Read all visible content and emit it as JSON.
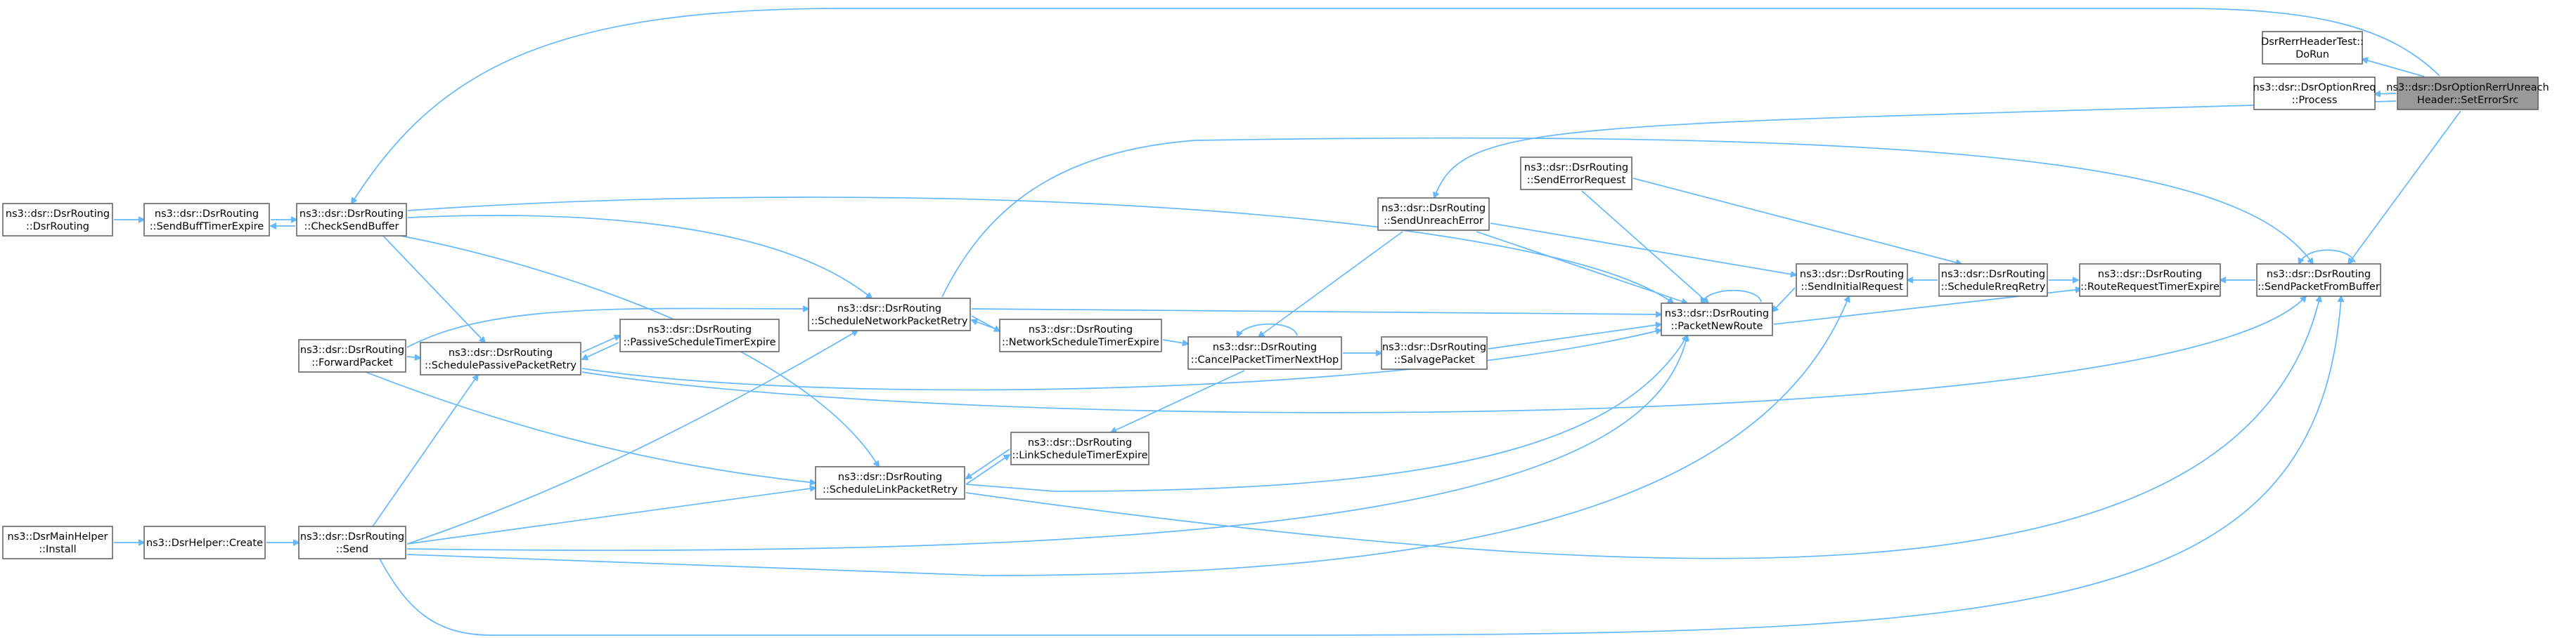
{
  "diagram": {
    "nodes": [
      {
        "id": "setErrorSrc",
        "lines": [
          "ns3::dsr::DsrOptionRerrUnreach",
          "Header::SetErrorSrc"
        ],
        "focus": true
      },
      {
        "id": "doRun",
        "lines": [
          "DsrRerrHeaderTest::",
          "DoRun"
        ]
      },
      {
        "id": "rreqProcess",
        "lines": [
          "ns3::dsr::DsrOptionRreq",
          "::Process"
        ]
      },
      {
        "id": "sendPacketFromBuffer",
        "lines": [
          "ns3::dsr::DsrRouting",
          "::SendPacketFromBuffer"
        ]
      },
      {
        "id": "routeRequestTimerExpire",
        "lines": [
          "ns3::dsr::DsrRouting",
          "::RouteRequestTimerExpire"
        ]
      },
      {
        "id": "scheduleRreqRetry",
        "lines": [
          "ns3::dsr::DsrRouting",
          "::ScheduleRreqRetry"
        ]
      },
      {
        "id": "sendInitialRequest",
        "lines": [
          "ns3::dsr::DsrRouting",
          "::SendInitialRequest"
        ]
      },
      {
        "id": "packetNewRoute",
        "lines": [
          "ns3::dsr::DsrRouting",
          "::PacketNewRoute"
        ]
      },
      {
        "id": "sendErrorRequest",
        "lines": [
          "ns3::dsr::DsrRouting",
          "::SendErrorRequest"
        ]
      },
      {
        "id": "sendUnreachError",
        "lines": [
          "ns3::dsr::DsrRouting",
          "::SendUnreachError"
        ]
      },
      {
        "id": "salvagePacket",
        "lines": [
          "ns3::dsr::DsrRouting",
          "::SalvagePacket"
        ]
      },
      {
        "id": "cancelPacketTimerNextHop",
        "lines": [
          "ns3::dsr::DsrRouting",
          "::CancelPacketTimerNextHop"
        ]
      },
      {
        "id": "networkScheduleTimerExpire",
        "lines": [
          "ns3::dsr::DsrRouting",
          "::NetworkScheduleTimerExpire"
        ]
      },
      {
        "id": "linkScheduleTimerExpire",
        "lines": [
          "ns3::dsr::DsrRouting",
          "::LinkScheduleTimerExpire"
        ]
      },
      {
        "id": "scheduleNetworkPacketRetry",
        "lines": [
          "ns3::dsr::DsrRouting",
          "::ScheduleNetworkPacketRetry"
        ]
      },
      {
        "id": "scheduleLinkPacketRetry",
        "lines": [
          "ns3::dsr::DsrRouting",
          "::ScheduleLinkPacketRetry"
        ]
      },
      {
        "id": "passiveScheduleTimerExpire",
        "lines": [
          "ns3::dsr::DsrRouting",
          "::PassiveScheduleTimerExpire"
        ]
      },
      {
        "id": "schedulePassivePacketRetry",
        "lines": [
          "ns3::dsr::DsrRouting",
          "::SchedulePassivePacketRetry"
        ]
      },
      {
        "id": "checkSendBuffer",
        "lines": [
          "ns3::dsr::DsrRouting",
          "::CheckSendBuffer"
        ]
      },
      {
        "id": "forwardPacket",
        "lines": [
          "ns3::dsr::DsrRouting",
          "::ForwardPacket"
        ]
      },
      {
        "id": "send",
        "lines": [
          "ns3::dsr::DsrRouting",
          "::Send"
        ]
      },
      {
        "id": "sendBuffTimerExpire",
        "lines": [
          "ns3::dsr::DsrRouting",
          "::SendBuffTimerExpire"
        ]
      },
      {
        "id": "dsrRoutingCtor",
        "lines": [
          "ns3::dsr::DsrRouting",
          "::DsrRouting"
        ]
      },
      {
        "id": "dsrHelperCreate",
        "lines": [
          "ns3::DsrHelper::Create"
        ]
      },
      {
        "id": "dsrMainHelperInstall",
        "lines": [
          "ns3::DsrMainHelper",
          "::Install"
        ]
      }
    ]
  }
}
